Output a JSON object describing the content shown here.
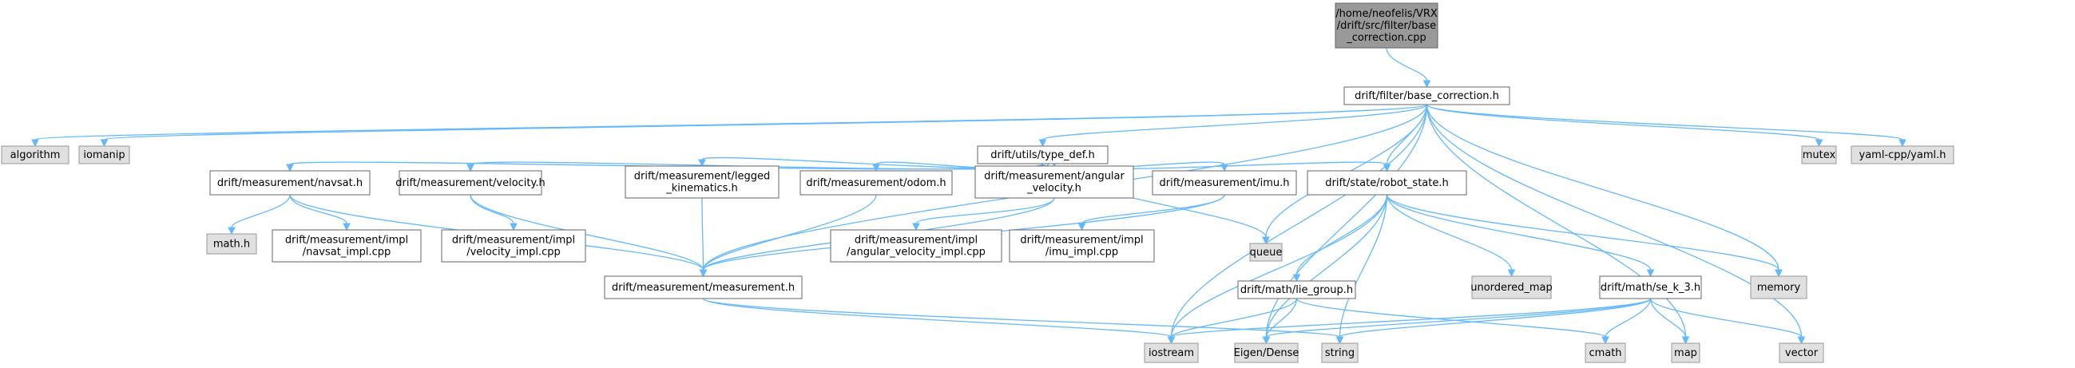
{
  "graph": {
    "nodes": [
      {
        "id": "root",
        "kind": "root",
        "lines": [
          "/home/neofelis/VRX",
          "/drift/src/filter/base",
          "_correction.cpp"
        ]
      },
      {
        "id": "base_correction_h",
        "kind": "file",
        "lines": [
          "drift/filter/base_correction.h"
        ]
      },
      {
        "id": "algorithm",
        "kind": "sys",
        "lines": [
          "algorithm"
        ]
      },
      {
        "id": "iomanip",
        "kind": "sys",
        "lines": [
          "iomanip"
        ]
      },
      {
        "id": "type_def_h",
        "kind": "file",
        "lines": [
          "drift/utils/type_def.h"
        ]
      },
      {
        "id": "navsat_h",
        "kind": "file",
        "lines": [
          "drift/measurement/navsat.h"
        ]
      },
      {
        "id": "velocity_h",
        "kind": "file",
        "lines": [
          "drift/measurement/velocity.h"
        ]
      },
      {
        "id": "legged_h",
        "kind": "file",
        "lines": [
          "drift/measurement/legged",
          "_kinematics.h"
        ]
      },
      {
        "id": "odom_h",
        "kind": "file",
        "lines": [
          "drift/measurement/odom.h"
        ]
      },
      {
        "id": "angular_h",
        "kind": "file",
        "lines": [
          "drift/measurement/angular",
          "_velocity.h"
        ]
      },
      {
        "id": "imu_h",
        "kind": "file",
        "lines": [
          "drift/measurement/imu.h"
        ]
      },
      {
        "id": "robot_state_h",
        "kind": "file",
        "lines": [
          "drift/state/robot_state.h"
        ]
      },
      {
        "id": "queue",
        "kind": "sys",
        "lines": [
          "queue"
        ]
      },
      {
        "id": "mutex",
        "kind": "sys",
        "lines": [
          "mutex"
        ]
      },
      {
        "id": "yaml",
        "kind": "sys",
        "lines": [
          "yaml-cpp/yaml.h"
        ]
      },
      {
        "id": "math_h",
        "kind": "sys",
        "lines": [
          "math.h"
        ]
      },
      {
        "id": "navsat_impl",
        "kind": "file",
        "lines": [
          "drift/measurement/impl",
          "/navsat_impl.cpp"
        ]
      },
      {
        "id": "velocity_impl",
        "kind": "file",
        "lines": [
          "drift/measurement/impl",
          "/velocity_impl.cpp"
        ]
      },
      {
        "id": "measurement_h",
        "kind": "file",
        "lines": [
          "drift/measurement/measurement.h"
        ]
      },
      {
        "id": "angular_impl",
        "kind": "file",
        "lines": [
          "drift/measurement/impl",
          "/angular_velocity_impl.cpp"
        ]
      },
      {
        "id": "imu_impl",
        "kind": "file",
        "lines": [
          "drift/measurement/impl",
          "/imu_impl.cpp"
        ]
      },
      {
        "id": "lie_group_h",
        "kind": "file",
        "lines": [
          "drift/math/lie_group.h"
        ]
      },
      {
        "id": "unordered_map",
        "kind": "sys",
        "lines": [
          "unordered_map"
        ]
      },
      {
        "id": "se_k_3_h",
        "kind": "file",
        "lines": [
          "drift/math/se_k_3.h"
        ]
      },
      {
        "id": "memory",
        "kind": "sys",
        "lines": [
          "memory"
        ]
      },
      {
        "id": "iostream",
        "kind": "sys",
        "lines": [
          "iostream"
        ]
      },
      {
        "id": "eigen",
        "kind": "sys",
        "lines": [
          "Eigen/Dense"
        ]
      },
      {
        "id": "string",
        "kind": "sys",
        "lines": [
          "string"
        ]
      },
      {
        "id": "cmath",
        "kind": "sys",
        "lines": [
          "cmath"
        ]
      },
      {
        "id": "map",
        "kind": "sys",
        "lines": [
          "map"
        ]
      },
      {
        "id": "vector",
        "kind": "sys",
        "lines": [
          "vector"
        ]
      }
    ],
    "edges": [
      [
        "root",
        "base_correction_h"
      ],
      [
        "base_correction_h",
        "algorithm"
      ],
      [
        "base_correction_h",
        "iomanip"
      ],
      [
        "base_correction_h",
        "type_def_h"
      ],
      [
        "base_correction_h",
        "measurement_h"
      ],
      [
        "base_correction_h",
        "iostream"
      ],
      [
        "base_correction_h",
        "eigen"
      ],
      [
        "base_correction_h",
        "robot_state_h"
      ],
      [
        "base_correction_h",
        "queue"
      ],
      [
        "base_correction_h",
        "memory"
      ],
      [
        "base_correction_h",
        "map"
      ],
      [
        "base_correction_h",
        "vector"
      ],
      [
        "base_correction_h",
        "mutex"
      ],
      [
        "base_correction_h",
        "yaml"
      ],
      [
        "type_def_h",
        "navsat_h"
      ],
      [
        "type_def_h",
        "velocity_h"
      ],
      [
        "type_def_h",
        "legged_h"
      ],
      [
        "type_def_h",
        "odom_h"
      ],
      [
        "type_def_h",
        "angular_h"
      ],
      [
        "type_def_h",
        "imu_h"
      ],
      [
        "type_def_h",
        "robot_state_h"
      ],
      [
        "type_def_h",
        "queue"
      ],
      [
        "navsat_h",
        "math_h"
      ],
      [
        "navsat_h",
        "navsat_impl"
      ],
      [
        "navsat_h",
        "measurement_h"
      ],
      [
        "velocity_h",
        "velocity_impl"
      ],
      [
        "velocity_h",
        "measurement_h"
      ],
      [
        "legged_h",
        "measurement_h"
      ],
      [
        "odom_h",
        "measurement_h"
      ],
      [
        "angular_h",
        "measurement_h"
      ],
      [
        "angular_h",
        "angular_impl"
      ],
      [
        "imu_h",
        "measurement_h"
      ],
      [
        "imu_h",
        "imu_impl"
      ],
      [
        "measurement_h",
        "iostream"
      ],
      [
        "measurement_h",
        "string"
      ],
      [
        "robot_state_h",
        "lie_group_h"
      ],
      [
        "robot_state_h",
        "unordered_map"
      ],
      [
        "robot_state_h",
        "se_k_3_h"
      ],
      [
        "robot_state_h",
        "memory"
      ],
      [
        "robot_state_h",
        "iostream"
      ],
      [
        "robot_state_h",
        "eigen"
      ],
      [
        "robot_state_h",
        "string"
      ],
      [
        "lie_group_h",
        "iostream"
      ],
      [
        "lie_group_h",
        "eigen"
      ],
      [
        "lie_group_h",
        "cmath"
      ],
      [
        "se_k_3_h",
        "iostream"
      ],
      [
        "se_k_3_h",
        "eigen"
      ],
      [
        "se_k_3_h",
        "string"
      ],
      [
        "se_k_3_h",
        "cmath"
      ],
      [
        "se_k_3_h",
        "map"
      ],
      [
        "se_k_3_h",
        "vector"
      ]
    ]
  },
  "colors": {
    "edge": "#63b8ff",
    "root_fill": "#999999",
    "file_fill": "#ffffff",
    "system_fill": "#e0e0e0"
  }
}
